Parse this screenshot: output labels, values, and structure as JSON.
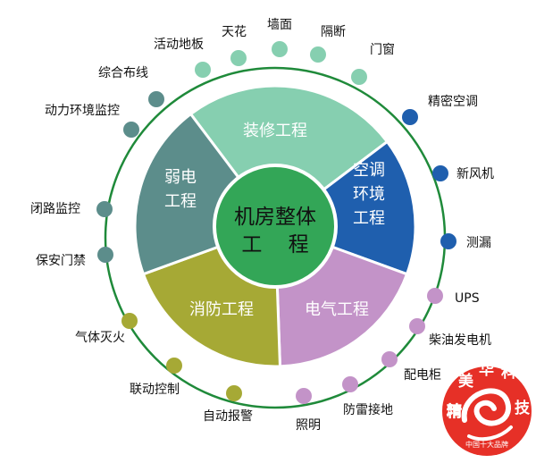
{
  "center": {
    "line1": "机房整体",
    "line2": "工    程"
  },
  "segments": [
    {
      "id": "decor",
      "lines": [
        "装修工程"
      ],
      "color": "#86cfb0"
    },
    {
      "id": "hvac",
      "lines": [
        "空调",
        "环境",
        "工程"
      ],
      "color": "#1f5fae"
    },
    {
      "id": "elec",
      "lines": [
        "电气工程"
      ],
      "color": "#c393c8"
    },
    {
      "id": "fire",
      "lines": [
        "消防工程"
      ],
      "color": "#a6a935"
    },
    {
      "id": "weak",
      "lines": [
        "弱电",
        "工程"
      ],
      "color": "#5c8d8b"
    }
  ],
  "center_color": "#33a657",
  "ring_color": "#1f8a3a",
  "nodes": [
    {
      "label": "天花",
      "color": "#86cfb0"
    },
    {
      "label": "墙面",
      "color": "#86cfb0"
    },
    {
      "label": "隔断",
      "color": "#86cfb0"
    },
    {
      "label": "门窗",
      "color": "#86cfb0"
    },
    {
      "label": "活动地板",
      "color": "#86cfb0"
    },
    {
      "label": "综合布线",
      "color": "#5c8d8b"
    },
    {
      "label": "动力环境监控",
      "color": "#5c8d8b"
    },
    {
      "label": "闭路监控",
      "color": "#5c8d8b"
    },
    {
      "label": "保安门禁",
      "color": "#5c8d8b"
    },
    {
      "label": "精密空调",
      "color": "#1f5fae"
    },
    {
      "label": "新风机",
      "color": "#1f5fae"
    },
    {
      "label": "测漏",
      "color": "#1f5fae"
    },
    {
      "label": "UPS",
      "color": "#c393c8"
    },
    {
      "label": "柴油发电机",
      "color": "#c393c8"
    },
    {
      "label": "配电柜",
      "color": "#c393c8"
    },
    {
      "label": "防雷接地",
      "color": "#c393c8"
    },
    {
      "label": "照明",
      "color": "#c393c8"
    },
    {
      "label": "气体灭火",
      "color": "#a6a935"
    },
    {
      "label": "联动控制",
      "color": "#a6a935"
    },
    {
      "label": "自动报警",
      "color": "#a6a935"
    }
  ],
  "logo": {
    "chars": [
      "精",
      "美",
      "华",
      "科",
      "技"
    ],
    "tagline": "中国十大品牌",
    "color": "#e63027"
  }
}
